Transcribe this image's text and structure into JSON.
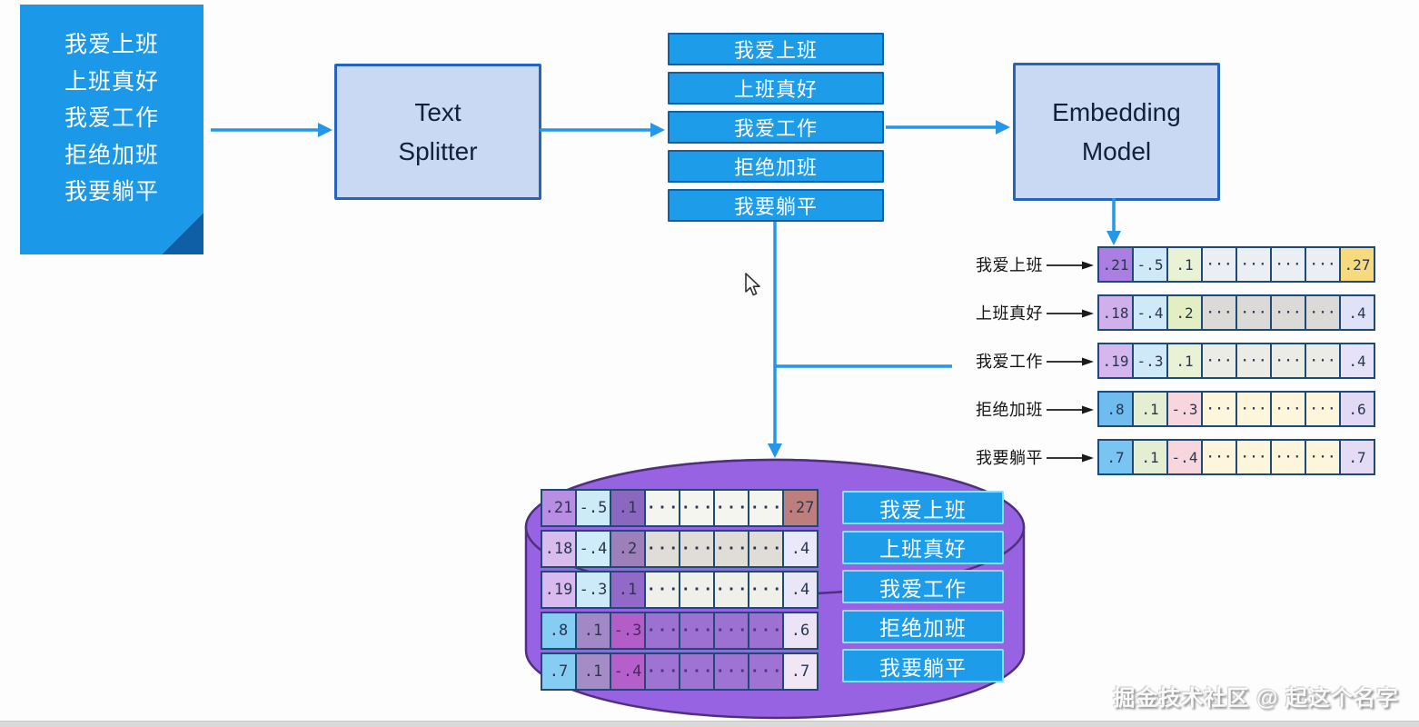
{
  "document": {
    "lines": [
      "我爱上班",
      "上班真好",
      "我爱工作",
      "拒绝加班",
      "我要躺平"
    ]
  },
  "splitter": {
    "label": "Text\nSplitter"
  },
  "embedding": {
    "label": "Embedding\nModel"
  },
  "chunks": [
    "我爱上班",
    "上班真好",
    "我爱工作",
    "拒绝加班",
    "我要躺平"
  ],
  "vectors": {
    "rows": [
      {
        "label": "我爱上班",
        "cells": [
          {
            "v": ".21",
            "bg": "#ab7ee2"
          },
          {
            "v": "-.5",
            "bg": "#cfe9f9"
          },
          {
            "v": ".1",
            "bg": "#eaf2d6"
          },
          {
            "v": "···",
            "bg": "#ebeef3"
          },
          {
            "v": "···",
            "bg": "#ebeef3"
          },
          {
            "v": "···",
            "bg": "#ebeef3"
          },
          {
            "v": "···",
            "bg": "#ebeef3"
          },
          {
            "v": ".27",
            "bg": "#f8da7e"
          }
        ]
      },
      {
        "label": "上班真好",
        "cells": [
          {
            "v": ".18",
            "bg": "#cfb0ea"
          },
          {
            "v": "-.4",
            "bg": "#cfe9f9"
          },
          {
            "v": ".2",
            "bg": "#e3efc2"
          },
          {
            "v": "···",
            "bg": "#dbdad6"
          },
          {
            "v": "···",
            "bg": "#dbdad6"
          },
          {
            "v": "···",
            "bg": "#dbdad6"
          },
          {
            "v": "···",
            "bg": "#dbdad6"
          },
          {
            "v": ".4",
            "bg": "#e0e3f8"
          }
        ]
      },
      {
        "label": "我爱工作",
        "cells": [
          {
            "v": ".19",
            "bg": "#d6b6ee"
          },
          {
            "v": "-.3",
            "bg": "#cfe9f9"
          },
          {
            "v": ".1",
            "bg": "#eaf2d6"
          },
          {
            "v": "···",
            "bg": "#ecece6"
          },
          {
            "v": "···",
            "bg": "#ecece6"
          },
          {
            "v": "···",
            "bg": "#ecece6"
          },
          {
            "v": "···",
            "bg": "#ecece6"
          },
          {
            "v": ".4",
            "bg": "#e6e3f8"
          }
        ]
      },
      {
        "label": "拒绝加班",
        "cells": [
          {
            "v": ".8",
            "bg": "#6fbcf0"
          },
          {
            "v": ".1",
            "bg": "#e3eed2"
          },
          {
            "v": "-.3",
            "bg": "#f8d6de"
          },
          {
            "v": "···",
            "bg": "#fdf6dc"
          },
          {
            "v": "···",
            "bg": "#fdf6dc"
          },
          {
            "v": "···",
            "bg": "#fdf6dc"
          },
          {
            "v": "···",
            "bg": "#fdf6dc"
          },
          {
            "v": ".6",
            "bg": "#e2d9f5"
          }
        ]
      },
      {
        "label": "我要躺平",
        "cells": [
          {
            "v": ".7",
            "bg": "#79c4f2"
          },
          {
            "v": ".1",
            "bg": "#e3eed2"
          },
          {
            "v": "-.4",
            "bg": "#f8d6de"
          },
          {
            "v": "···",
            "bg": "#fdf6dc"
          },
          {
            "v": "···",
            "bg": "#fdf6dc"
          },
          {
            "v": "···",
            "bg": "#fdf6dc"
          },
          {
            "v": "···",
            "bg": "#fdf6dc"
          },
          {
            "v": ".7",
            "bg": "#e4dbf4"
          }
        ]
      }
    ]
  },
  "database": {
    "matrix": [
      [
        {
          "v": ".21",
          "bg": "#b78ee2"
        },
        {
          "v": "-.5",
          "bg": "#cdeaf8"
        },
        {
          "v": ".1",
          "bg": "#8a68c0"
        },
        {
          "v": "···",
          "bg": "#f5f5f0"
        },
        {
          "v": "···",
          "bg": "#f5f5f0"
        },
        {
          "v": "···",
          "bg": "#f5f5f0"
        },
        {
          "v": "···",
          "bg": "#f5f5f0"
        },
        {
          "v": ".27",
          "bg": "#bd7f7d"
        }
      ],
      [
        {
          "v": ".18",
          "bg": "#d9bcee"
        },
        {
          "v": "-.4",
          "bg": "#cfecfa"
        },
        {
          "v": ".2",
          "bg": "#9d7fba"
        },
        {
          "v": "···",
          "bg": "#dfddd5"
        },
        {
          "v": "···",
          "bg": "#dfddd5"
        },
        {
          "v": "···",
          "bg": "#dfddd5"
        },
        {
          "v": "···",
          "bg": "#dfddd5"
        },
        {
          "v": ".4",
          "bg": "#e9e9fb"
        }
      ],
      [
        {
          "v": ".19",
          "bg": "#d9baee"
        },
        {
          "v": "-.3",
          "bg": "#cdeaf8"
        },
        {
          "v": ".1",
          "bg": "#9268c8"
        },
        {
          "v": "···",
          "bg": "#f0f0ea"
        },
        {
          "v": "···",
          "bg": "#f0f0ea"
        },
        {
          "v": "···",
          "bg": "#f0f0ea"
        },
        {
          "v": "···",
          "bg": "#f0f0ea"
        },
        {
          "v": ".4",
          "bg": "#e9e6f8"
        }
      ],
      [
        {
          "v": ".8",
          "bg": "#85cdf2"
        },
        {
          "v": ".1",
          "bg": "#a288c4"
        },
        {
          "v": "-.3",
          "bg": "#b35ec8",
          "fg": "#4a2860"
        },
        {
          "v": "···",
          "bg": "#9c71d2",
          "fg": "#53307e"
        },
        {
          "v": "···",
          "bg": "#9c71d2",
          "fg": "#53307e"
        },
        {
          "v": "···",
          "bg": "#9c71d2",
          "fg": "#53307e"
        },
        {
          "v": "···",
          "bg": "#9c71d2",
          "fg": "#53307e"
        },
        {
          "v": ".6",
          "bg": "#ece3f6"
        }
      ],
      [
        {
          "v": ".7",
          "bg": "#85cdf2"
        },
        {
          "v": ".1",
          "bg": "#a58cc6"
        },
        {
          "v": "-.4",
          "bg": "#b55fca",
          "fg": "#4a2860"
        },
        {
          "v": "···",
          "bg": "#9e73d4",
          "fg": "#53307e"
        },
        {
          "v": "···",
          "bg": "#9e73d4",
          "fg": "#53307e"
        },
        {
          "v": "···",
          "bg": "#9e73d4",
          "fg": "#53307e"
        },
        {
          "v": "···",
          "bg": "#9e73d4",
          "fg": "#53307e"
        },
        {
          "v": ".7",
          "bg": "#f0e6f4"
        }
      ]
    ],
    "labels": [
      "我爱上班",
      "上班真好",
      "我爱工作",
      "拒绝加班",
      "我要躺平"
    ]
  },
  "watermark": "掘金技术社区 @ 起这个名字",
  "colors": {
    "flow_blue": "#2597e8",
    "doc_blue": "#1b98e8",
    "doc_fold": "#0e5fa6",
    "box_fill": "#c9d8f3",
    "box_border": "#2563c0",
    "chunk_fill": "#1d9ce9",
    "chunk_border": "#1060a8",
    "cell_border": "#1e4a78",
    "cell_fg": "#2a3550",
    "cylinder_fill": "#9763e2",
    "cylinder_border": "#50307c",
    "db_label_fill": "#1d9ce9",
    "db_label_border": "#8edcf8",
    "bottom_bar": "#d9d9d9"
  }
}
